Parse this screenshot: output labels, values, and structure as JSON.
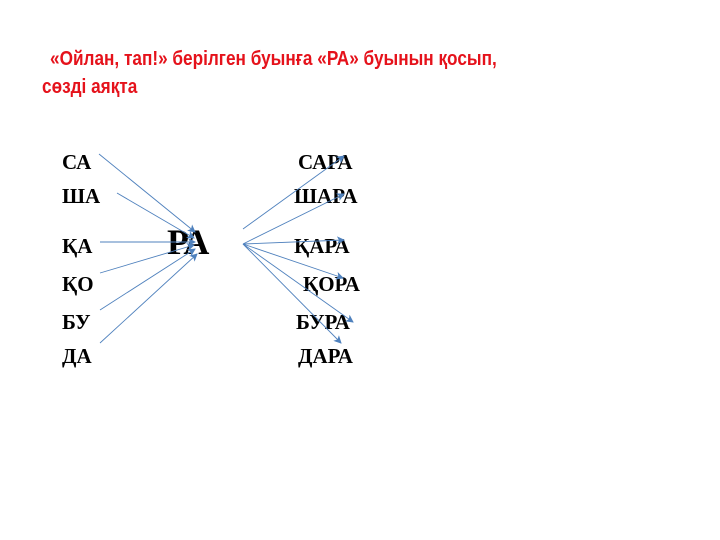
{
  "title": {
    "line1": "«Ойлан, тап!» берілген буынға «РА» буынын қосып,",
    "line2": "сөзді аяқта",
    "color": "#e5121b"
  },
  "center_syllable": "РА",
  "left_syllables": [
    "СА",
    "ША",
    "ҚА",
    "ҚО",
    "БУ",
    "ДА"
  ],
  "result_words": [
    "САРА",
    "ШАРА",
    "ҚАРА",
    "ҚОРА",
    "БУРА",
    "ДАРА"
  ],
  "arrow_color": "#4f81bd"
}
